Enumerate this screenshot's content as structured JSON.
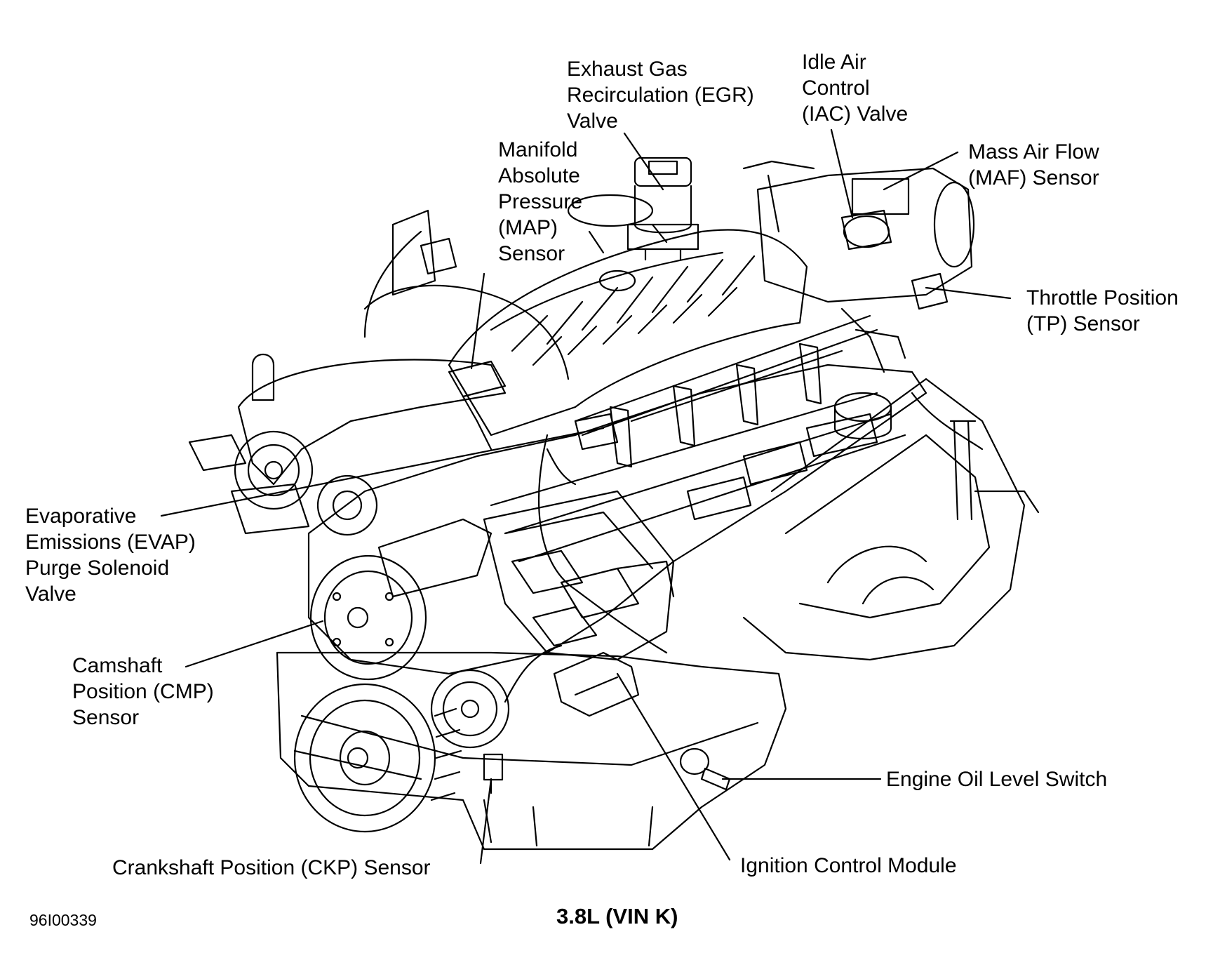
{
  "figure": {
    "caption": "3.8L (VIN K)",
    "figure_id": "96I00339"
  },
  "callouts": {
    "egr": [
      "Exhaust Gas",
      "Recirculation (EGR)",
      "Valve"
    ],
    "iac": [
      "Idle Air",
      "Control",
      "(IAC) Valve"
    ],
    "maf": [
      "Mass Air Flow",
      "(MAF) Sensor"
    ],
    "map": [
      "Manifold",
      "Absolute",
      "Pressure",
      "(MAP)",
      "Sensor"
    ],
    "tp": [
      "Throttle Position",
      "(TP) Sensor"
    ],
    "evap": [
      "Evaporative",
      "Emissions (EVAP)",
      "Purge Solenoid",
      "Valve"
    ],
    "cmp": [
      "Camshaft",
      "Position (CMP)",
      "Sensor"
    ],
    "oil": [
      "Engine Oil Level Switch"
    ],
    "ckp": [
      "Crankshaft Position (CKP) Sensor"
    ],
    "icm": [
      "Ignition Control Module"
    ]
  },
  "colors": {
    "line": "#000000",
    "background": "#ffffff"
  }
}
